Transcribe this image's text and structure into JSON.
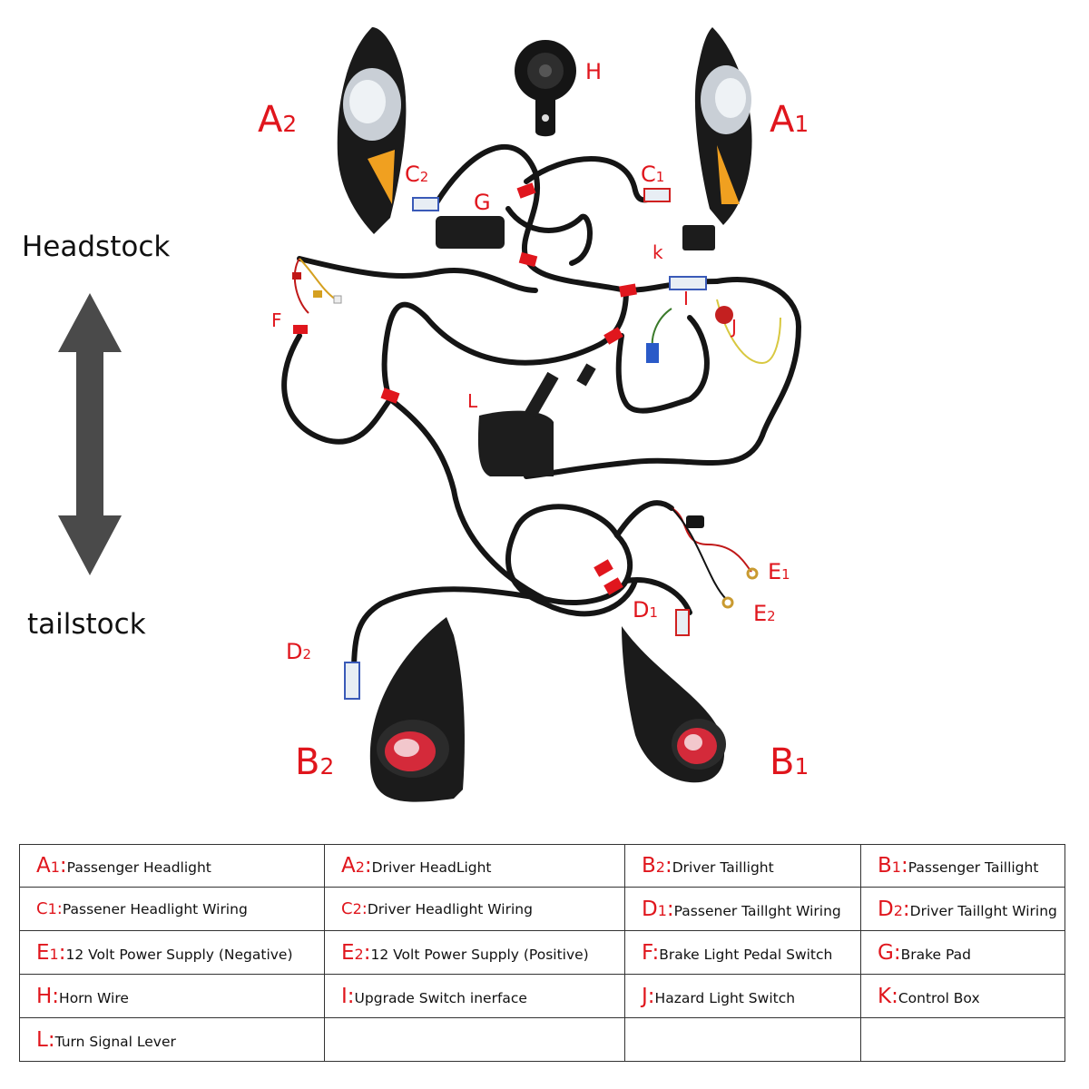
{
  "side_labels": {
    "top": "Headstock",
    "bottom": "tailstock"
  },
  "callouts": {
    "A1": {
      "letter": "A",
      "num": "1"
    },
    "A2": {
      "letter": "A",
      "num": "2"
    },
    "B1": {
      "letter": "B",
      "num": "1"
    },
    "B2": {
      "letter": "B",
      "num": "2"
    },
    "C1": {
      "letter": "C",
      "num": "1"
    },
    "C2": {
      "letter": "C",
      "num": "2"
    },
    "D1": {
      "letter": "D",
      "num": "1"
    },
    "D2": {
      "letter": "D",
      "num": "2"
    },
    "E1": {
      "letter": "E",
      "num": "1"
    },
    "E2": {
      "letter": "E",
      "num": "2"
    },
    "F": "F",
    "G": "G",
    "H": "H",
    "I": "I",
    "J": "J",
    "K": "k",
    "L": "L"
  },
  "legend": [
    [
      {
        "code": "A",
        "sub": "1",
        "sep": ":",
        "text": "Passenger Headlight"
      },
      {
        "code": "A",
        "sub": "2",
        "sep": ":",
        "text": "Driver HeadLight"
      },
      {
        "code": "B",
        "sub": "2",
        "sep": ":",
        "text": "Driver Taillight"
      },
      {
        "code": "B",
        "sub": "1",
        "sep": ":",
        "text": "Passenger Taillight"
      }
    ],
    [
      {
        "code": "C",
        "sub": "1",
        "sep": ":",
        "text": "Passener Headlight Wiring"
      },
      {
        "code": "C",
        "sub": "2",
        "sep": ":",
        "text": "Driver Headlight Wiring"
      },
      {
        "code": "D",
        "sub": "1",
        "sep": ":",
        "text": "Passener Taillght Wiring"
      },
      {
        "code": "D",
        "sub": "2",
        "sep": ":",
        "text": "Driver Taillght Wiring"
      }
    ],
    [
      {
        "code": "E",
        "sub": "1",
        "sep": ":",
        "text": "12 Volt Power Supply (Negative)"
      },
      {
        "code": "E",
        "sub": "2",
        "sep": ":",
        "text": "12 Volt Power Supply (Positive)"
      },
      {
        "code": "F",
        "sub": "",
        "sep": ":",
        "text": "Brake Light Pedal Switch"
      },
      {
        "code": "G",
        "sub": "",
        "sep": ":",
        "text": "Brake Pad"
      }
    ],
    [
      {
        "code": "H",
        "sub": "",
        "sep": ":",
        "text": "Horn Wire"
      },
      {
        "code": "I",
        "sub": "",
        "sep": ":",
        "text": "Upgrade Switch inerface"
      },
      {
        "code": "J",
        "sub": "",
        "sep": ":",
        "text": "Hazard Light Switch"
      },
      {
        "code": "K",
        "sub": "",
        "sep": ":",
        "text": "Control Box"
      }
    ],
    [
      {
        "code": "L",
        "sub": "",
        "sep": ":",
        "text": "Turn Signal Lever"
      },
      {
        "code": "",
        "sub": "",
        "sep": "",
        "text": ""
      },
      {
        "code": "",
        "sub": "",
        "sep": "",
        "text": ""
      },
      {
        "code": "",
        "sub": "",
        "sep": "",
        "text": ""
      }
    ]
  ],
  "colors": {
    "accent": "#e0161d",
    "cable": "#151515",
    "arrow": "#4a4a4a",
    "amber": "#f0a020"
  }
}
